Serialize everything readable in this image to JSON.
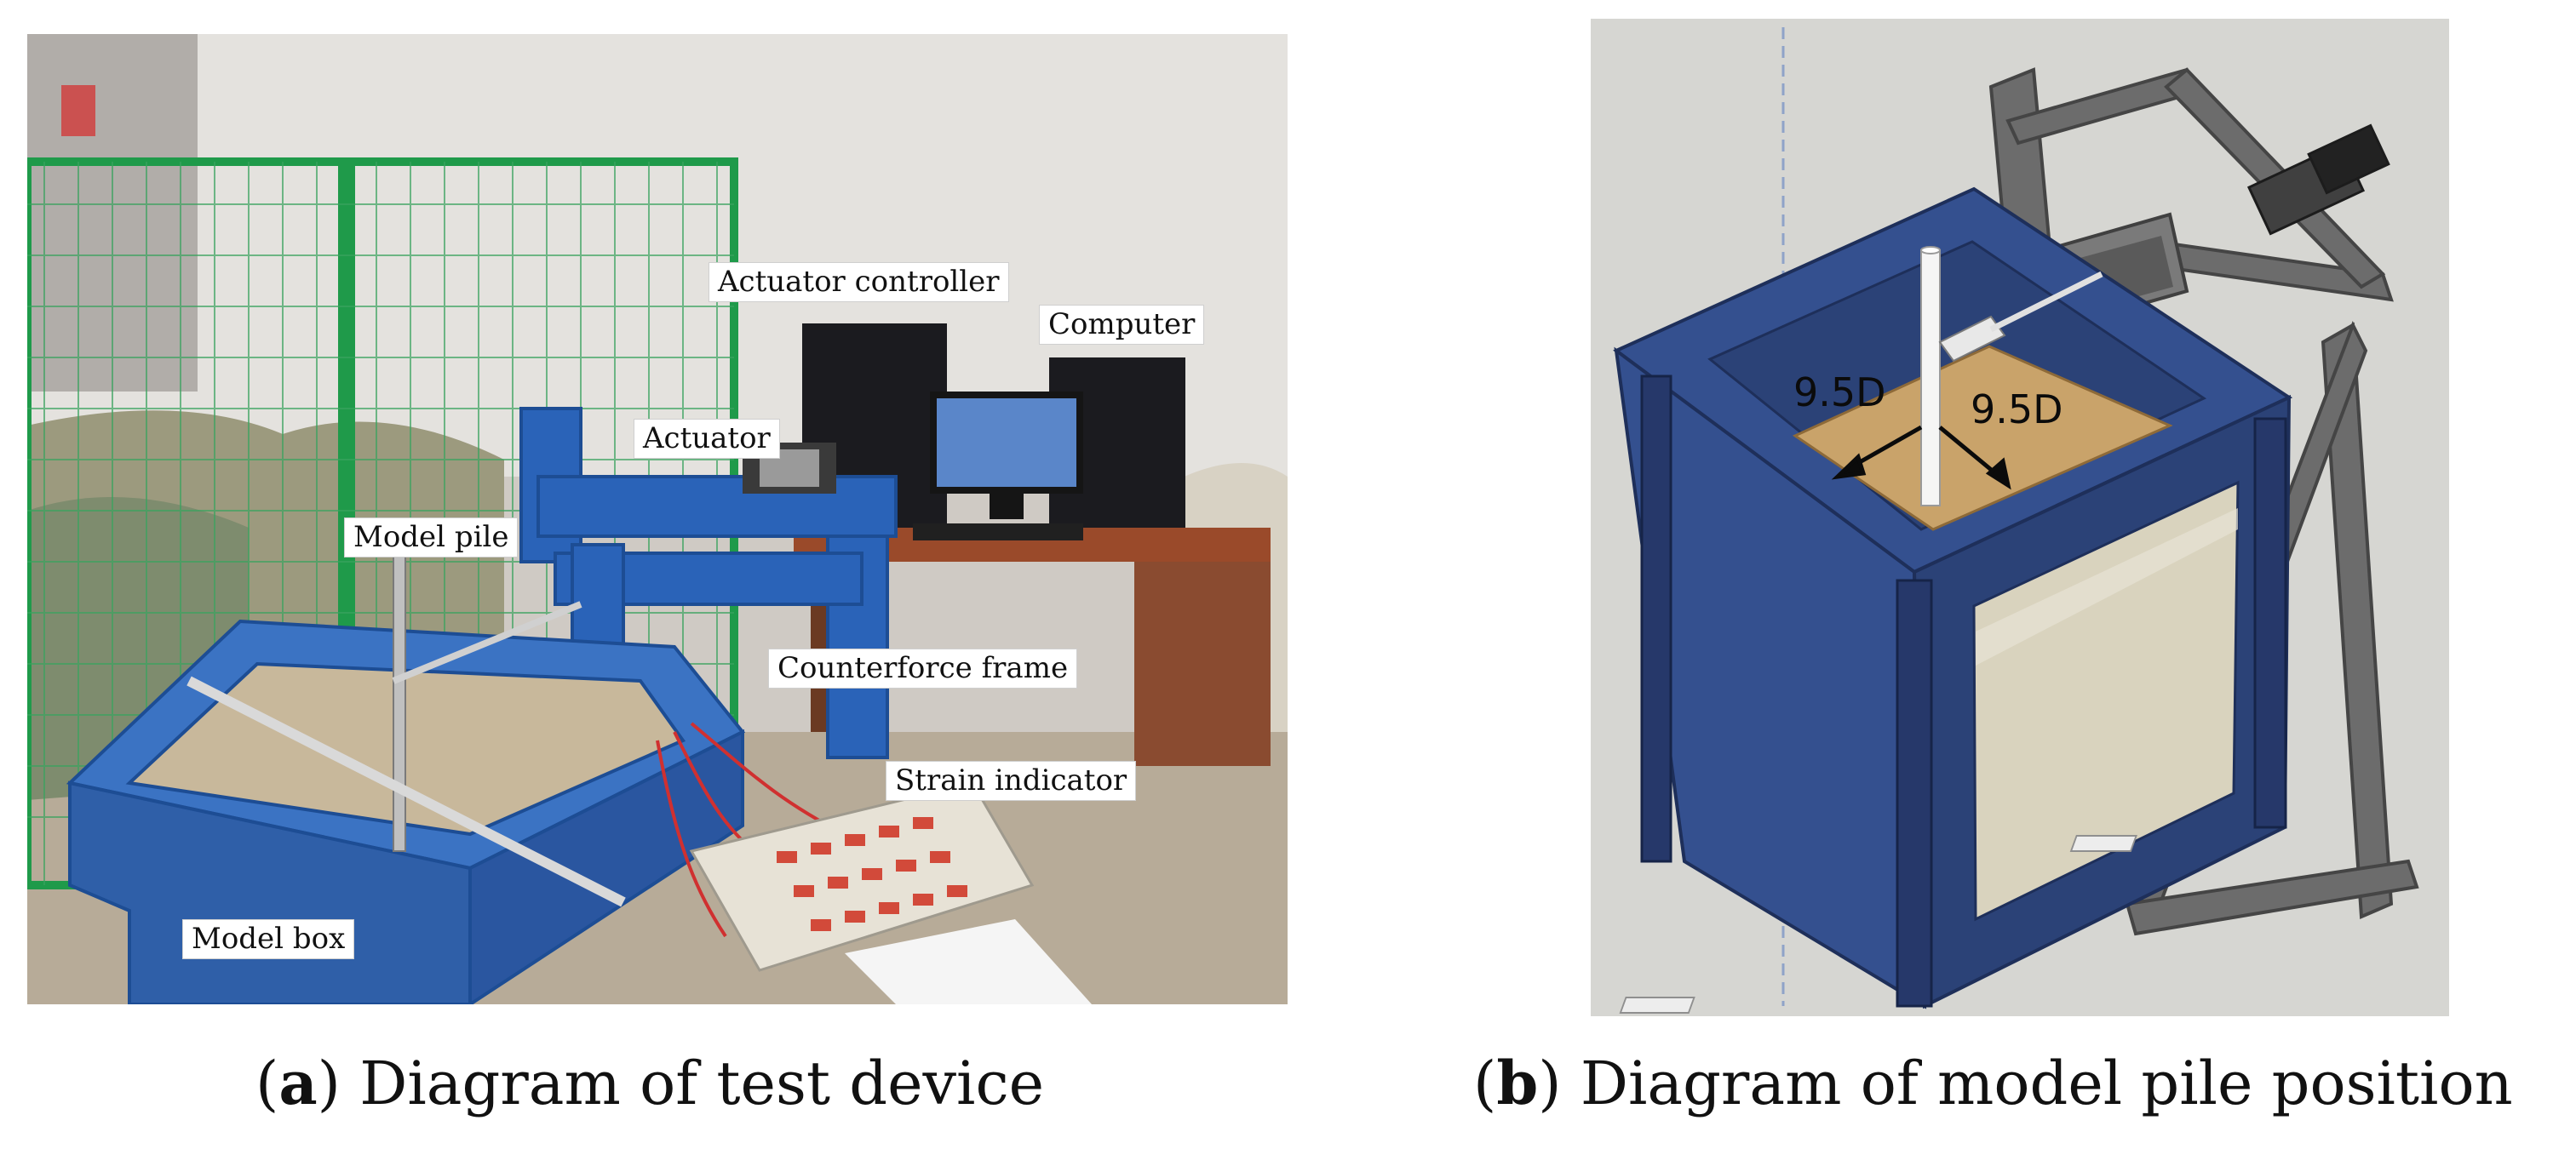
{
  "panel_a": {
    "labels": {
      "actuator_controller": "Actuator controller",
      "computer": "Computer",
      "actuator": "Actuator",
      "model_pile": "Model pile",
      "counterforce_frame": "Counterforce frame",
      "strain_indicator": "Strain indicator",
      "model_box": "Model box"
    },
    "caption": {
      "letter": "a",
      "text": "Diagram of test device"
    }
  },
  "panel_b": {
    "dimensions": {
      "left": "9.5D",
      "right": "9.5D"
    },
    "caption": {
      "letter": "b",
      "text": "Diagram of model pile position"
    }
  },
  "colors": {
    "box_blue": "#2f4a8a",
    "frame_gray": "#6c6c6c",
    "sand": "#c9a36a",
    "frame_blue_photo": "#2a63b8",
    "fence_green": "#1f9a4a"
  }
}
